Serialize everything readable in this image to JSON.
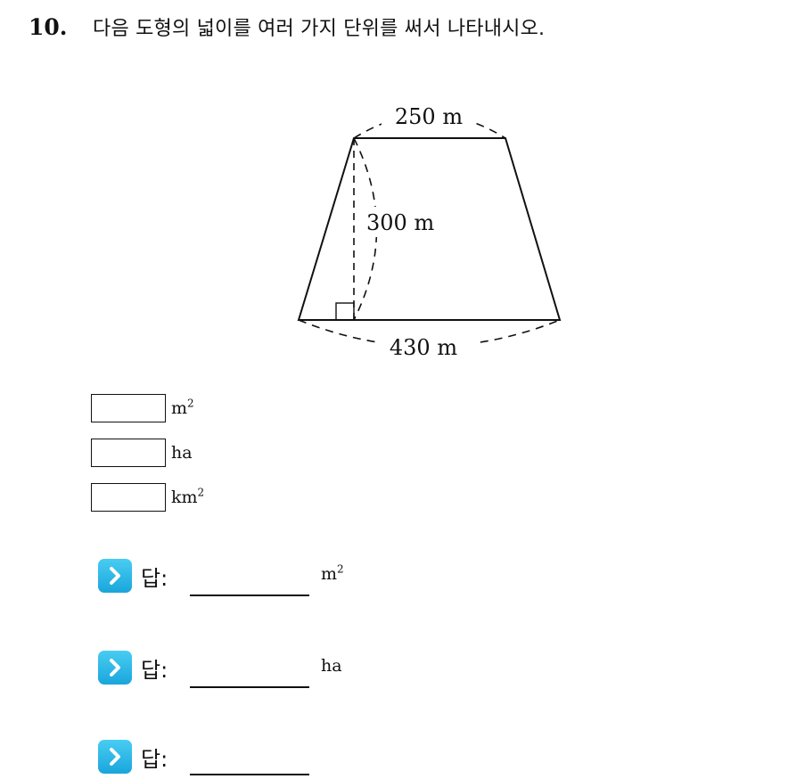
{
  "question": {
    "number": "10.",
    "text": "다음 도형의 넓이를 여러 가지 단위를 써서 나타내시오."
  },
  "figure": {
    "top_label": "250 m",
    "height_label": "300 m",
    "bottom_label": "430 m"
  },
  "unit_boxes": [
    {
      "unit": "m",
      "sup": "2"
    },
    {
      "unit": "ha",
      "sup": ""
    },
    {
      "unit": "km",
      "sup": "2"
    }
  ],
  "answers": [
    {
      "label": "답:",
      "unit": "m",
      "sup": "2"
    },
    {
      "label": "답:",
      "unit": "ha",
      "sup": ""
    },
    {
      "label": "답:",
      "unit": "",
      "sup": ""
    }
  ],
  "colors": {
    "answer_icon": "#29b6e8"
  },
  "icons": {
    "answer": "chevron-right-icon"
  }
}
